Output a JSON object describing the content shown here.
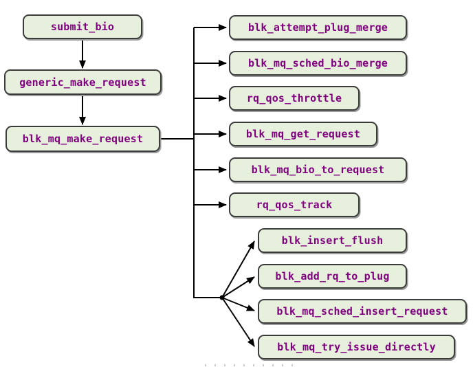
{
  "diagram": {
    "type": "call-graph",
    "nodes": {
      "chain": [
        "submit_bio",
        "generic_make_request",
        "blk_mq_make_request"
      ],
      "branches": [
        "blk_attempt_plug_merge",
        "blk_mq_sched_bio_merge",
        "rq_qos_throttle",
        "blk_mq_get_request",
        "blk_mq_bio_to_request",
        "rq_qos_track"
      ],
      "fanout": [
        "blk_insert_flush",
        "blk_add_rq_to_plug",
        "blk_mq_sched_insert_request",
        "blk_mq_try_issue_directly"
      ]
    },
    "edges": [
      {
        "from": "submit_bio",
        "to": "generic_make_request"
      },
      {
        "from": "generic_make_request",
        "to": "blk_mq_make_request"
      },
      {
        "from": "blk_mq_make_request",
        "to": "blk_attempt_plug_merge"
      },
      {
        "from": "blk_mq_make_request",
        "to": "blk_mq_sched_bio_merge"
      },
      {
        "from": "blk_mq_make_request",
        "to": "rq_qos_throttle"
      },
      {
        "from": "blk_mq_make_request",
        "to": "blk_mq_get_request"
      },
      {
        "from": "blk_mq_make_request",
        "to": "blk_mq_bio_to_request"
      },
      {
        "from": "blk_mq_make_request",
        "to": "rq_qos_track"
      },
      {
        "from": "blk_mq_make_request",
        "to": "blk_insert_flush"
      },
      {
        "from": "blk_mq_make_request",
        "to": "blk_add_rq_to_plug"
      },
      {
        "from": "blk_mq_make_request",
        "to": "blk_mq_sched_insert_request"
      },
      {
        "from": "blk_mq_make_request",
        "to": "blk_mq_try_issue_directly"
      }
    ],
    "colors": {
      "node_fill": "#e7f0dd",
      "node_border": "#3b3b3b",
      "node_shadow": "#9b9b9b",
      "label": "#800080",
      "edge": "#000000",
      "background": "#ffffff"
    }
  }
}
